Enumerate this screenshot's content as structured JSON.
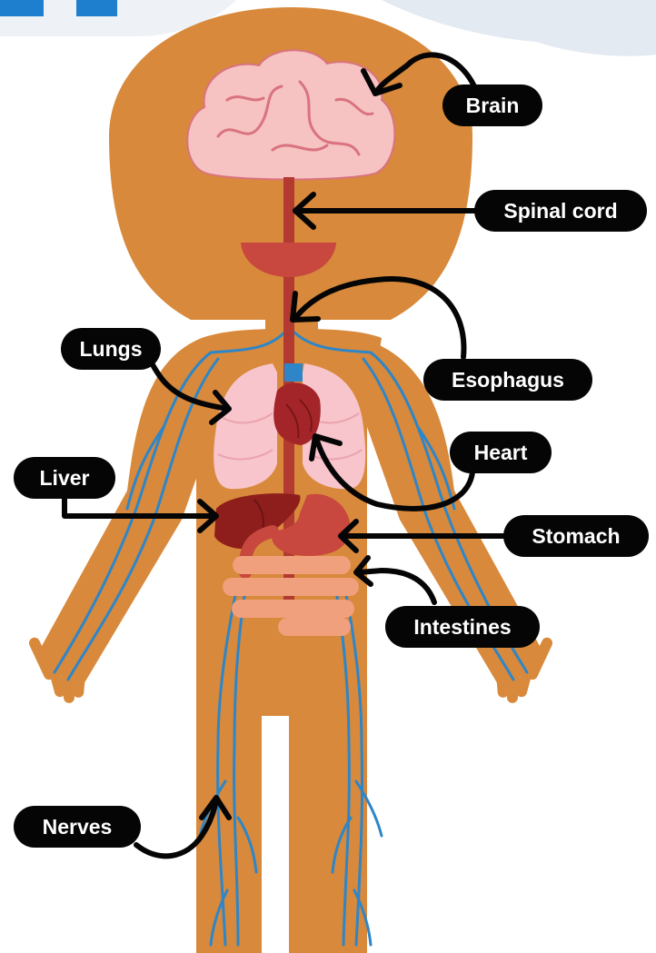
{
  "colors": {
    "skin": "#D8893B",
    "nerve": "#2E86C8",
    "brain": "#F6C2C2",
    "lungs": "#F7C5CB",
    "heart": "#A3252A",
    "liver": "#8E1E1C",
    "stomach": "#C8473F",
    "intestines": "#F0A07C",
    "spinal_cord": "#B23A30",
    "label_bg": "#050505",
    "label_text": "#FFFFFF",
    "corner_square": "#1E7FCF",
    "cloud": "#E3EAF1"
  },
  "labels": {
    "brain": "Brain",
    "spinal_cord": "Spinal cord",
    "lungs": "Lungs",
    "esophagus": "Esophagus",
    "heart": "Heart",
    "liver": "Liver",
    "stomach": "Stomach",
    "intestines": "Intestines",
    "nerves": "Nerves"
  }
}
